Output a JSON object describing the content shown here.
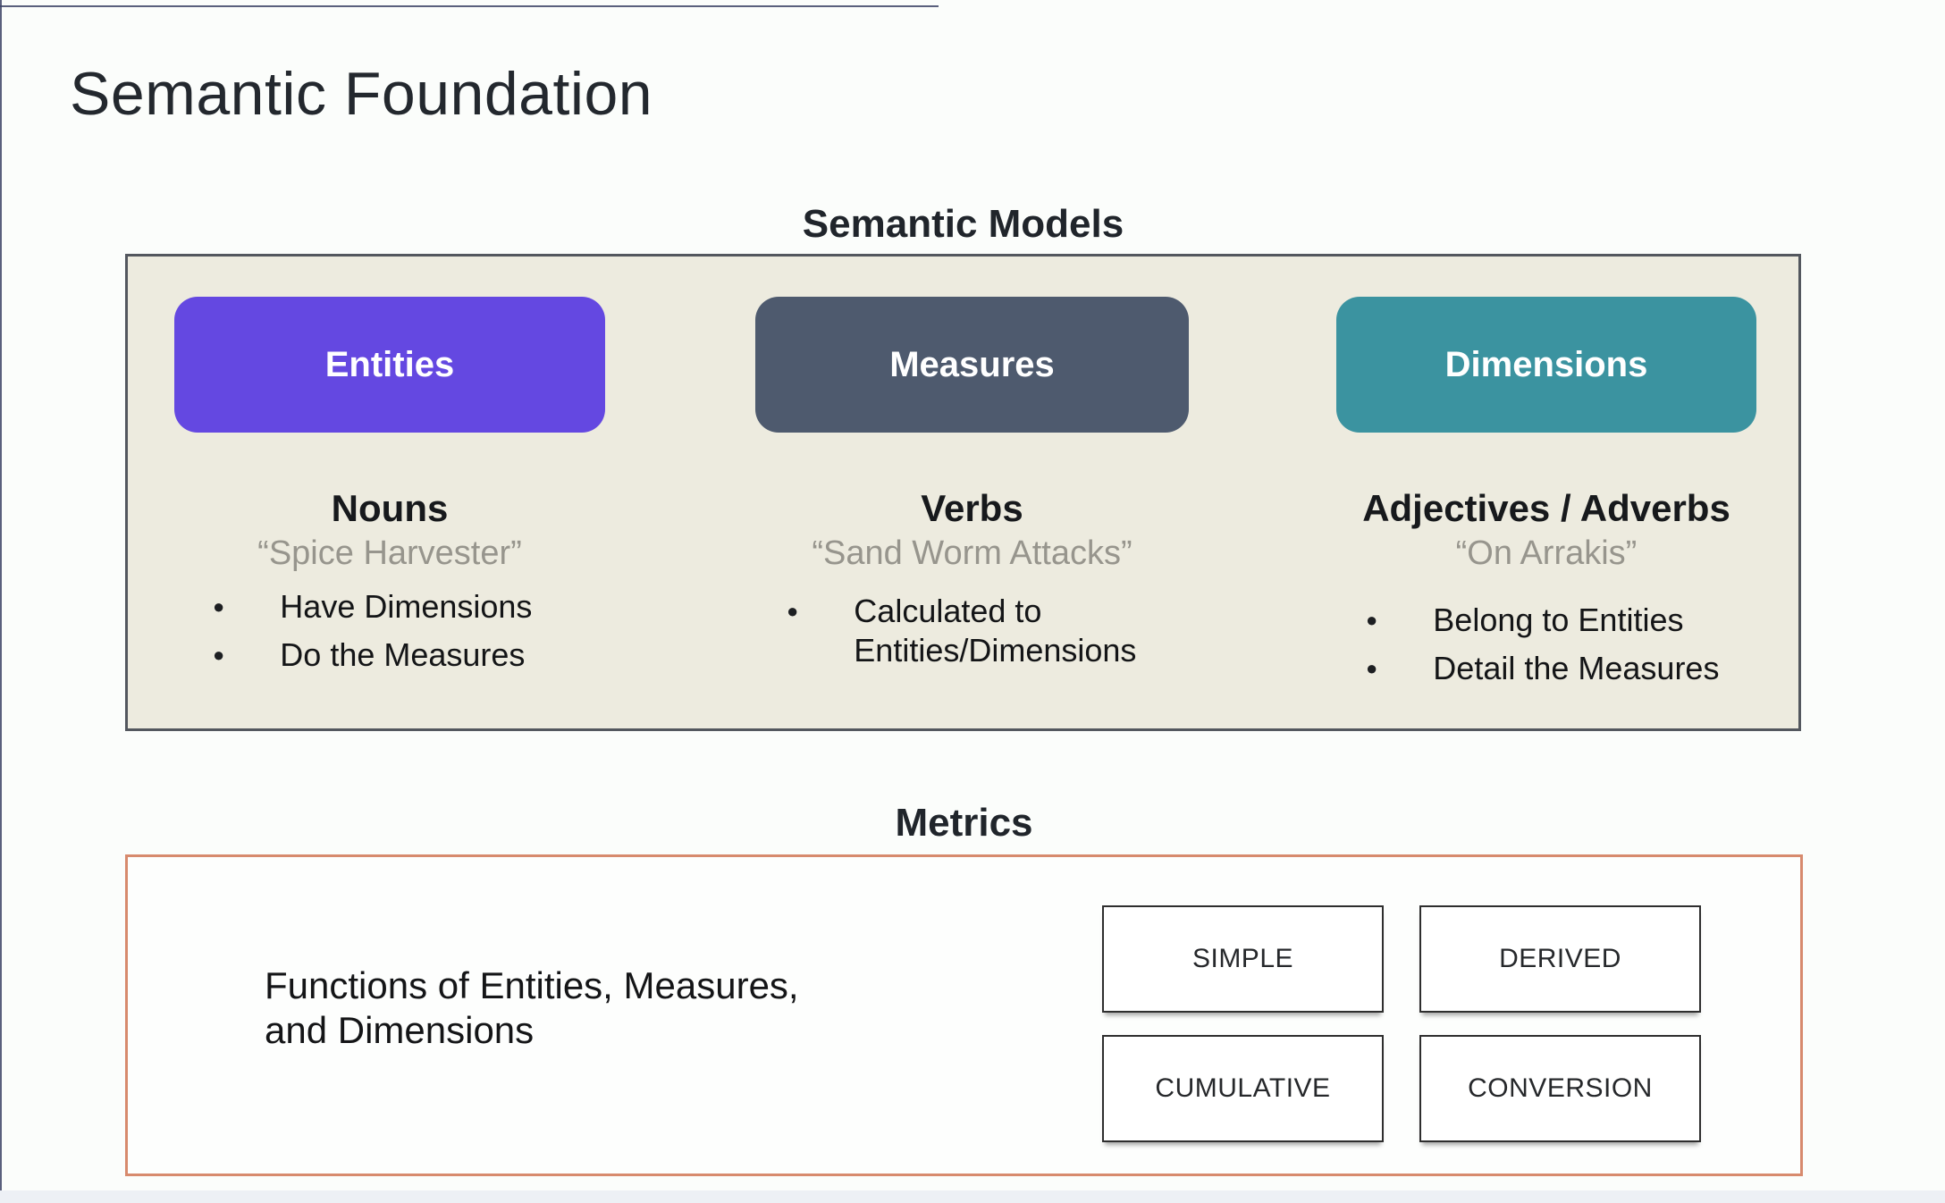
{
  "slide": {
    "title": "Semantic Foundation"
  },
  "semantic_models": {
    "heading": "Semantic Models",
    "box_background": "#edebdf",
    "columns": [
      {
        "label": "Entities",
        "color": "#6448e1",
        "part_of_speech": "Nouns",
        "example": "“Spice Harvester”",
        "bullets": [
          "Have Dimensions",
          "Do the Measures"
        ]
      },
      {
        "label": "Measures",
        "color": "#4e5a6e",
        "part_of_speech": "Verbs",
        "example": "“Sand Worm Attacks”",
        "bullets": [
          "Calculated to Entities/Dimensions"
        ]
      },
      {
        "label": "Dimensions",
        "color": "#3b93a0",
        "part_of_speech": "Adjectives / Adverbs",
        "example": "“On Arrakis”",
        "bullets": [
          "Belong to Entities",
          "Detail the Measures"
        ]
      }
    ]
  },
  "metrics": {
    "heading": "Metrics",
    "description": "Functions of Entities, Measures,\nand Dimensions",
    "border_color": "#d78a6d",
    "types": [
      {
        "label": "SIMPLE"
      },
      {
        "label": "DERIVED"
      },
      {
        "label": "CUMULATIVE"
      },
      {
        "label": "CONVERSION"
      }
    ]
  }
}
